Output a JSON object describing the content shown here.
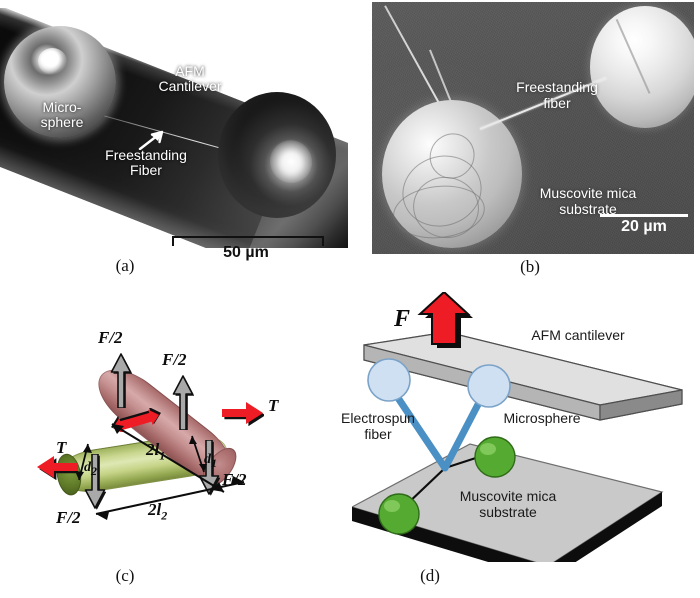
{
  "figure": {
    "panels": [
      {
        "id": "a",
        "caption": "(a)",
        "type": "sem-micrograph",
        "labels": {
          "microsphere": "Micro-\nsphere",
          "cantilever": "AFM\nCantilever",
          "fiber": "Freestanding\nFiber"
        },
        "scalebar": {
          "value": "50 µm"
        }
      },
      {
        "id": "b",
        "caption": "(b)",
        "type": "sem-micrograph",
        "labels": {
          "fiber": "Freestanding\nfiber",
          "substrate": "Muscovite mica\nsubstrate"
        },
        "scalebar": {
          "value": "20 µm"
        }
      },
      {
        "id": "c",
        "caption": "(c)",
        "type": "free-body-diagram",
        "labels": {
          "force_top_left": "F/2",
          "force_top_right": "F/2",
          "force_bottom_left": "F/2",
          "force_bottom_right": "F/2",
          "tension_left": "T",
          "tension_right": "T",
          "length_1": "2l",
          "length_1_sub": "1",
          "length_2": "2l",
          "length_2_sub": "2",
          "diameter_1": "d",
          "diameter_1_sub": "1",
          "diameter_2": "d",
          "diameter_2_sub": "2"
        },
        "colors": {
          "cylinder_1": "#c48f8f",
          "cylinder_2": "#c9d78f",
          "force_arrow": "#a9a9a9",
          "tension_arrow": "#ee1c25"
        }
      },
      {
        "id": "d",
        "caption": "(d)",
        "type": "schematic",
        "labels": {
          "force": "F",
          "cantilever": "AFM cantilever",
          "fiber": "Electrospun\nfiber",
          "microsphere": "Microsphere",
          "substrate": "Muscovite mica\nsubstrate"
        },
        "colors": {
          "force_arrow": "#ee1c25",
          "cantilever": "#cfcfcf",
          "cantilever_side": "#8f8f8f",
          "microsphere": "#cddff2",
          "fiber": "#4a90c4",
          "substrate": "#c9c9c9",
          "anchor_sphere": "#55ab32"
        }
      }
    ]
  }
}
